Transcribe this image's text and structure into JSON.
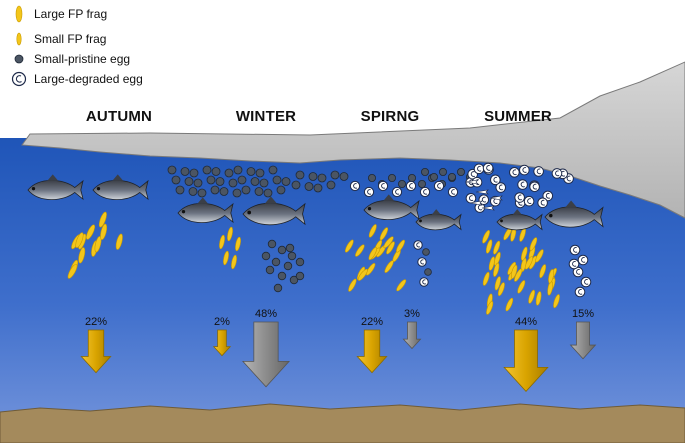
{
  "legend": [
    {
      "label": "Large FP frag",
      "symbol": "large-fp-frag-icon"
    },
    {
      "label": "Small FP frag",
      "symbol": "small-fp-frag-icon"
    },
    {
      "label": "Small-pristine egg",
      "symbol": "small-pristine-egg-icon"
    },
    {
      "label": "Large-degraded egg",
      "symbol": "large-degraded-egg-icon"
    }
  ],
  "seasons": [
    {
      "name": "AUTUMN",
      "fp_flux": "22%",
      "fp_flux_fraction": 0.22,
      "egg_flux": "",
      "egg_flux_fraction": 0
    },
    {
      "name": "WINTER",
      "fp_flux": "2%",
      "fp_flux_fraction": 0.02,
      "egg_flux": "48%",
      "egg_flux_fraction": 0.48
    },
    {
      "name": "SPIRNG",
      "fp_flux": "22%",
      "fp_flux_fraction": 0.22,
      "egg_flux": "3%",
      "egg_flux_fraction": 0.03
    },
    {
      "name": "SUMMER",
      "fp_flux": "44%",
      "fp_flux_fraction": 0.44,
      "egg_flux": "15%",
      "egg_flux_fraction": 0.15
    }
  ],
  "colors": {
    "sea_top": "#1f55b8",
    "sea_bottom": "#6e92dc",
    "ice": "#c8c8c8",
    "seafloor": "#a48a5c",
    "fp_frag": "#f3c61b",
    "fp_arrow": "#d9a400",
    "egg_arrow": "#8c8c8c",
    "pristine_egg": "#4b5563"
  }
}
